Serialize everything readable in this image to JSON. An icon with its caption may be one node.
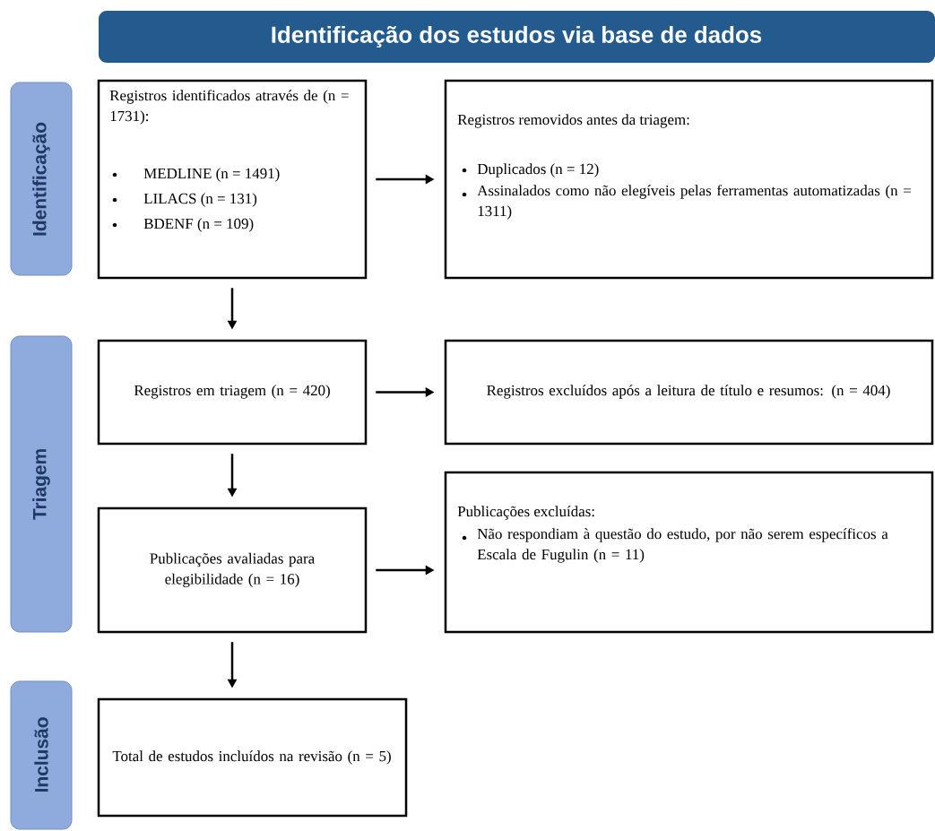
{
  "diagram": {
    "nodes": [
      {
        "text": [
          "Identificação dos estudos via base de dados"
        ]
      },
      {
        "text": [
          "Identificação"
        ]
      },
      {
        "text": [
          "Registros identificados através de (n = 1731):",
          "MEDLINE (n = 1491)",
          "LILACS (n = 131)",
          "BDENF (n = 109)"
        ]
      },
      {
        "text": [
          "Registros removidos antes da triagem:",
          "Duplicados (n = 12)",
          "Assinalados como não elegíveis pelas ferramentas automatizadas (n = 1311)"
        ]
      },
      {
        "text": [
          "Triagem"
        ]
      },
      {
        "text": [
          "Registros em triagem (n = 420)"
        ]
      },
      {
        "text": [
          "Registros excluídos após a leitura de título e resumos: (n = 404)"
        ]
      },
      {
        "text": [
          "Publicações avaliadas para elegibilidade (n = 16)"
        ]
      },
      {
        "text": [
          "Publicações excluídas:",
          "Não respondiam à questão do estudo, por não serem específicos a Escala de Fugulin (n = 11)"
        ]
      },
      {
        "text": [
          "Inclusão"
        ]
      },
      {
        "text": [
          "Total de estudos incluídos na revisão (n = 5)"
        ]
      }
    ],
    "edges": [
      {
        "from": 2,
        "to": 3,
        "arrow": "to"
      },
      {
        "from": 2,
        "to": 5,
        "arrow": "to"
      },
      {
        "from": 5,
        "to": 6,
        "arrow": "to"
      },
      {
        "from": 5,
        "to": 7,
        "arrow": "to"
      },
      {
        "from": 7,
        "to": 8,
        "arrow": "to"
      },
      {
        "from": 7,
        "to": 10,
        "arrow": "to"
      }
    ]
  }
}
